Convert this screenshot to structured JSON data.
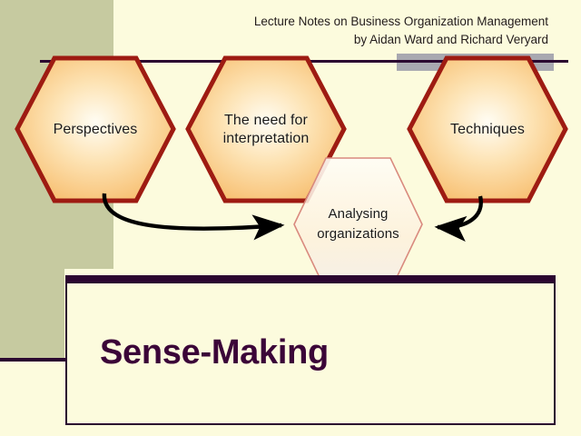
{
  "slide": {
    "background_color": "#fcfbdd",
    "accent_olive": "#c6caa0",
    "accent_gray": "#a8a8b0",
    "accent_dark_purple": "#2b0630",
    "hexagon_border": "#9e1b12",
    "hexagon_fill_light": "#fdf6e8",
    "hexagon_fill_dark": "#f6c173"
  },
  "header": {
    "line1": "Lecture Notes on Business Organization Management",
    "line2": "by Aidan Ward and Richard Veryard"
  },
  "diagram": {
    "hexagons": [
      {
        "id": "perspectives",
        "label": "Perspectives"
      },
      {
        "id": "interpretation",
        "label": "The need for interpretation"
      },
      {
        "id": "techniques",
        "label": "Techniques"
      },
      {
        "id": "analysing",
        "label": "Analysing organizations"
      }
    ],
    "arrows": [
      {
        "id": "arrow-perspectives-to-analysing",
        "from": "perspectives",
        "to": "analysing"
      },
      {
        "id": "arrow-techniques-to-analysing",
        "from": "techniques",
        "to": "analysing"
      }
    ]
  },
  "bottom_box": {
    "title": "Sense-Making"
  }
}
